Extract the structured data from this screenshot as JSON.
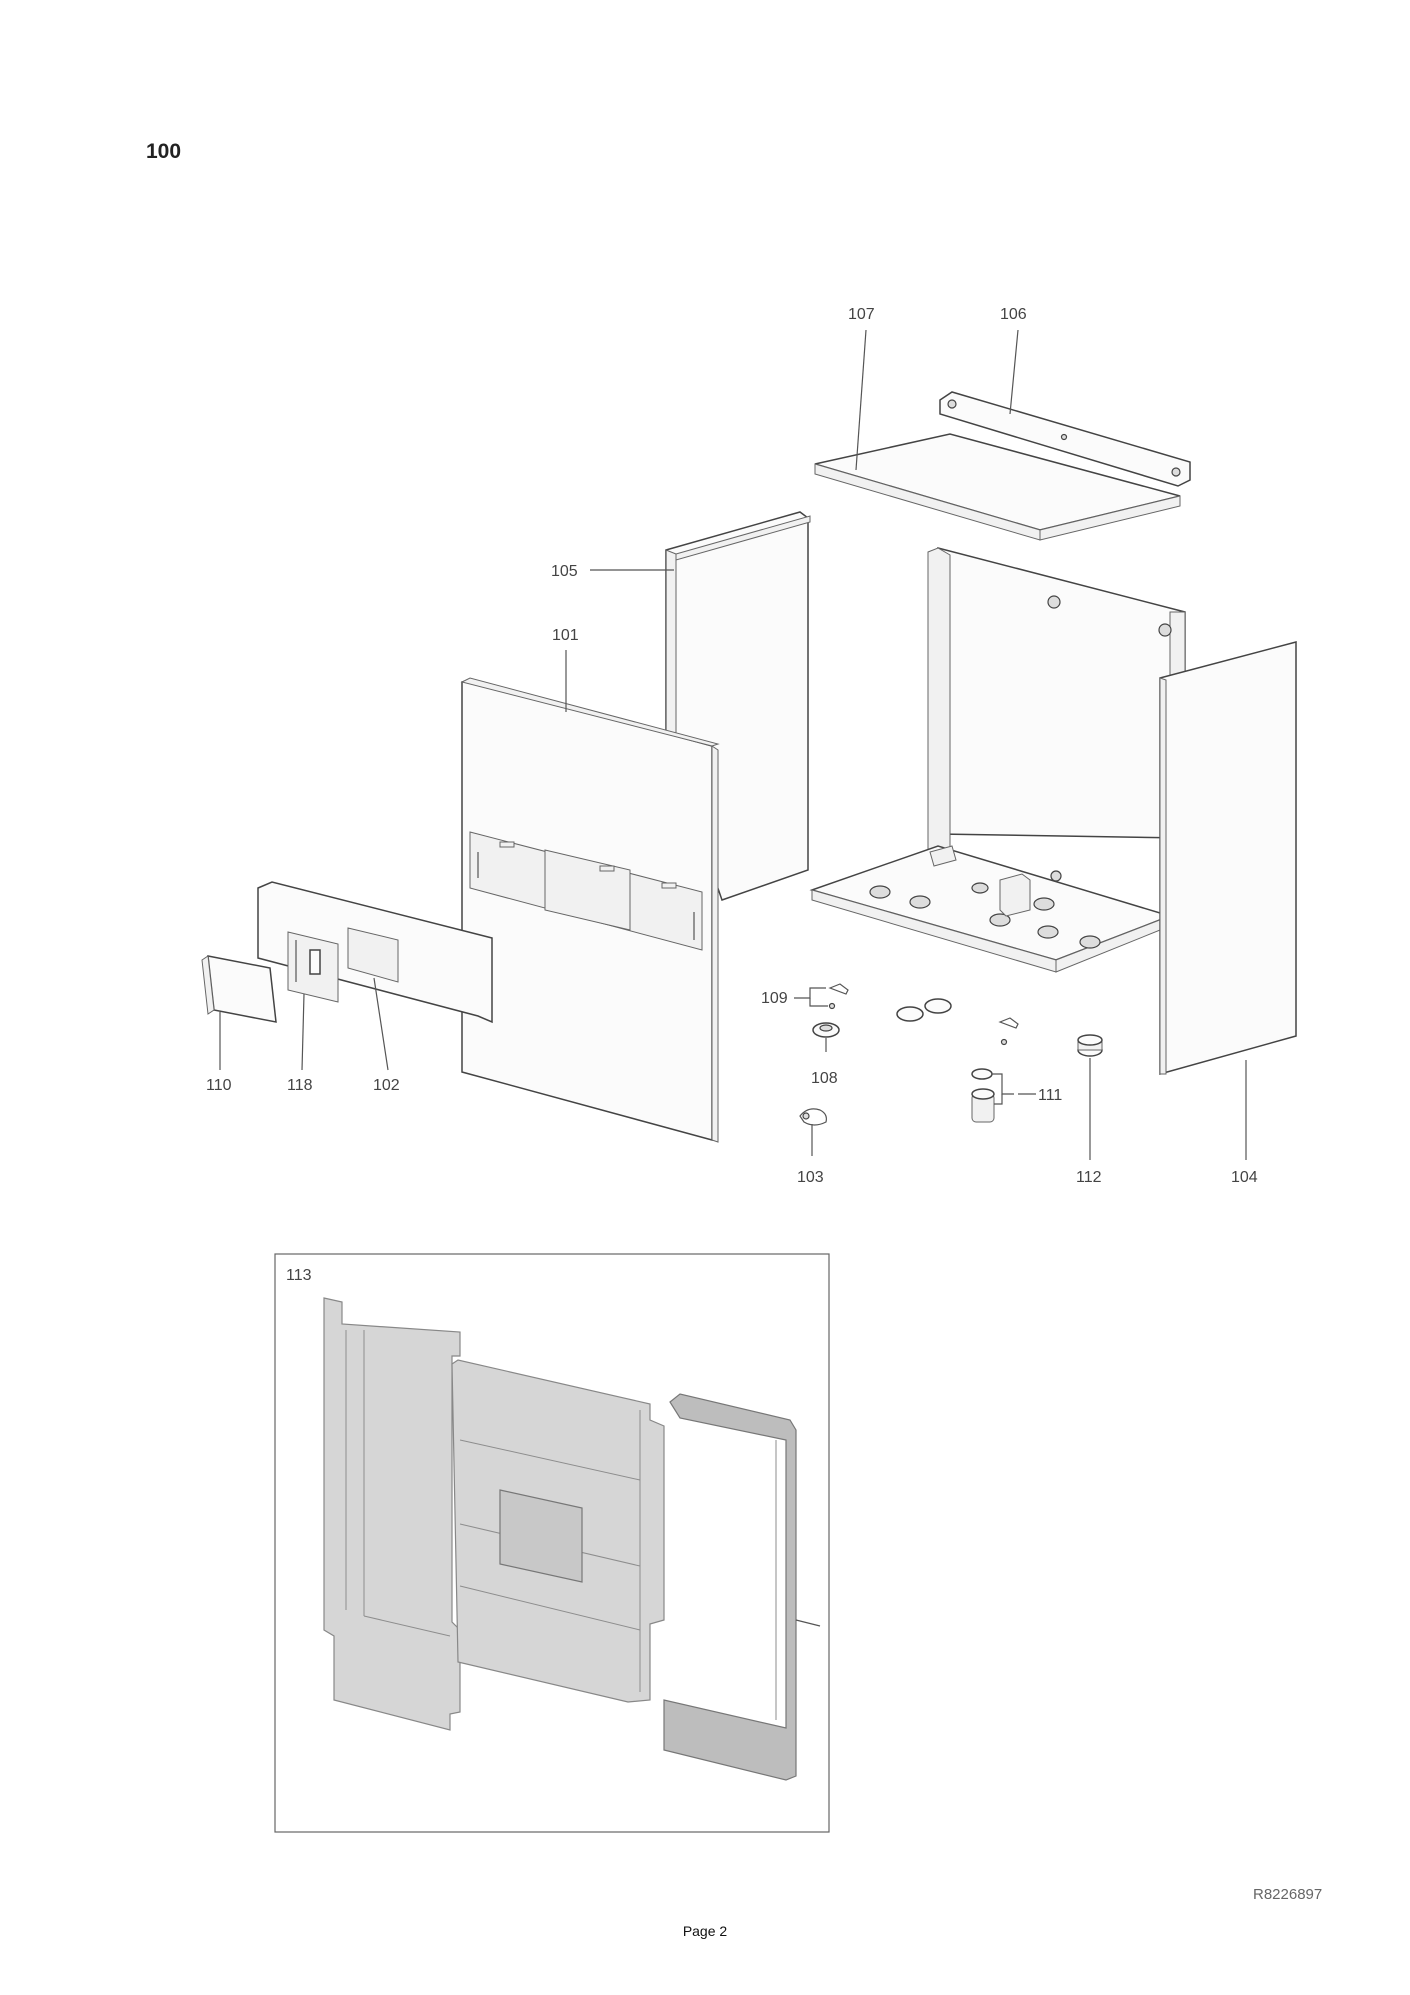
{
  "section_title": "100",
  "callouts": {
    "c107": "107",
    "c106": "106",
    "c105": "105",
    "c101": "101",
    "c109": "109",
    "c108": "108",
    "c111": "111",
    "c110": "110",
    "c118": "118",
    "c102": "102",
    "c103": "103",
    "c112": "112",
    "c104": "104"
  },
  "inset": {
    "label": "113"
  },
  "reference_code": "R8226897",
  "page_label": "Page 2"
}
